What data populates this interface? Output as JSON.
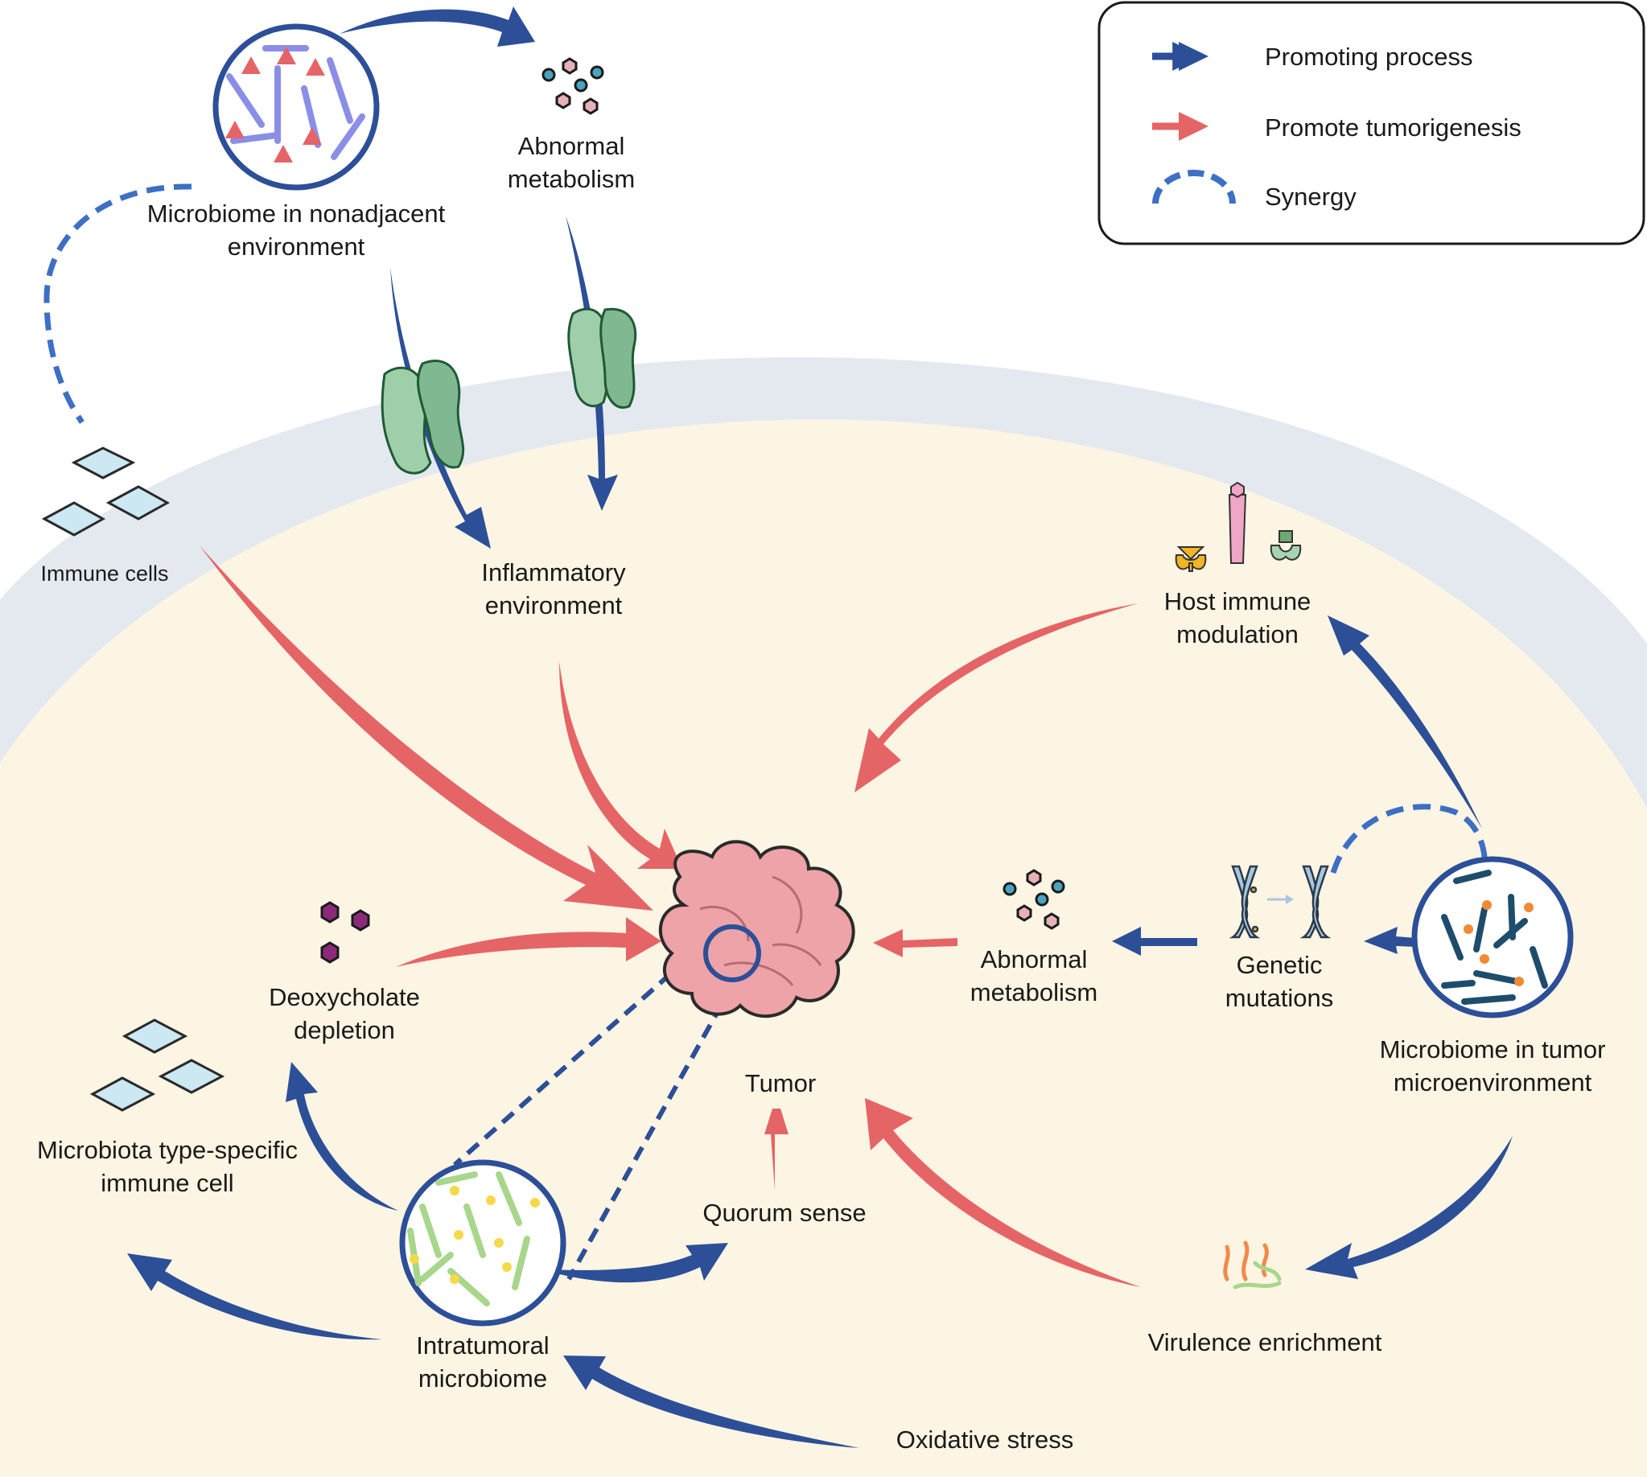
{
  "legend": {
    "promoting": "Promoting process",
    "tumorigenesis": "Promote tumorigenesis",
    "synergy": "Synergy"
  },
  "colors": {
    "promoting_arrow": "#2c4f98",
    "tumorigenesis_arrow": "#e56466",
    "synergy_dash": "#3d6fc4",
    "tissue_fill": "#fdf5e3",
    "membrane_band": "#e4e9f0",
    "tumor": "#eda3a8"
  },
  "labels": {
    "microbiome_nonadjacent": [
      "Microbiome in nonadjacent",
      "environment"
    ],
    "abnormal_metabolism_top": [
      "Abnormal",
      "metabolism"
    ],
    "immune_cells": "Immune cells",
    "inflammatory": [
      "Inflammatory",
      "environment"
    ],
    "host_immune": [
      "Host immune",
      "modulation"
    ],
    "tumor": "Tumor",
    "abnormal_metabolism_right": [
      "Abnormal",
      "metabolism"
    ],
    "genetic_mutations": [
      "Genetic",
      "mutations"
    ],
    "microbiome_tumor": [
      "Microbiome in tumor",
      "microenvironment"
    ],
    "deoxycholate": [
      "Deoxycholate",
      "depletion"
    ],
    "microbiota_immune": [
      "Microbiota type-specific",
      "immune cell"
    ],
    "quorum": "Quorum sense",
    "intratumoral": [
      "Intratumoral",
      "microbiome"
    ],
    "virulence": "Virulence enrichment",
    "oxidative": "Oxidative stress"
  }
}
